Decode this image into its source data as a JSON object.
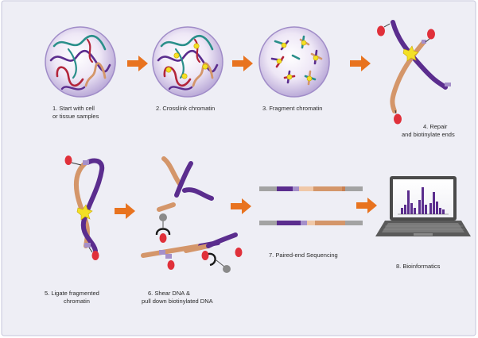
{
  "colors": {
    "frame_bg": "#eeeef5",
    "frame_border": "#c7c7dc",
    "arrow": "#e8731f",
    "purple": "#5b2d8e",
    "tan": "#d4966a",
    "teal": "#2a8f8a",
    "crimson": "#b3253b",
    "biotin_red": "#e0303a",
    "crosslink_yellow": "#f3e025",
    "gray_end": "#a3a3a3",
    "light_purple": "#a58fc9"
  },
  "icons": {
    "nucleus": "cell-nucleus-icon",
    "computer": "laptop-icon"
  },
  "steps": [
    {
      "id": "s1",
      "line1": "1. Start with cell",
      "line2": "or tissue samples"
    },
    {
      "id": "s2",
      "line1": "2. Crosslink chromatin",
      "line2": ""
    },
    {
      "id": "s3",
      "line1": "3. Fragment chromatin",
      "line2": ""
    },
    {
      "id": "s4",
      "line1": "4. Repair",
      "line2": "and biotinylate ends"
    },
    {
      "id": "s5",
      "line1": "5. Ligate fragmented",
      "line2": "chromatin"
    },
    {
      "id": "s6",
      "line1": "6. Shear DNA &",
      "line2": "pull down biotinylated DNA"
    },
    {
      "id": "s7",
      "line1": "7. Paired-end Sequencing",
      "line2": ""
    },
    {
      "id": "s8",
      "line1": "8. Bioinformatics",
      "line2": ""
    }
  ]
}
